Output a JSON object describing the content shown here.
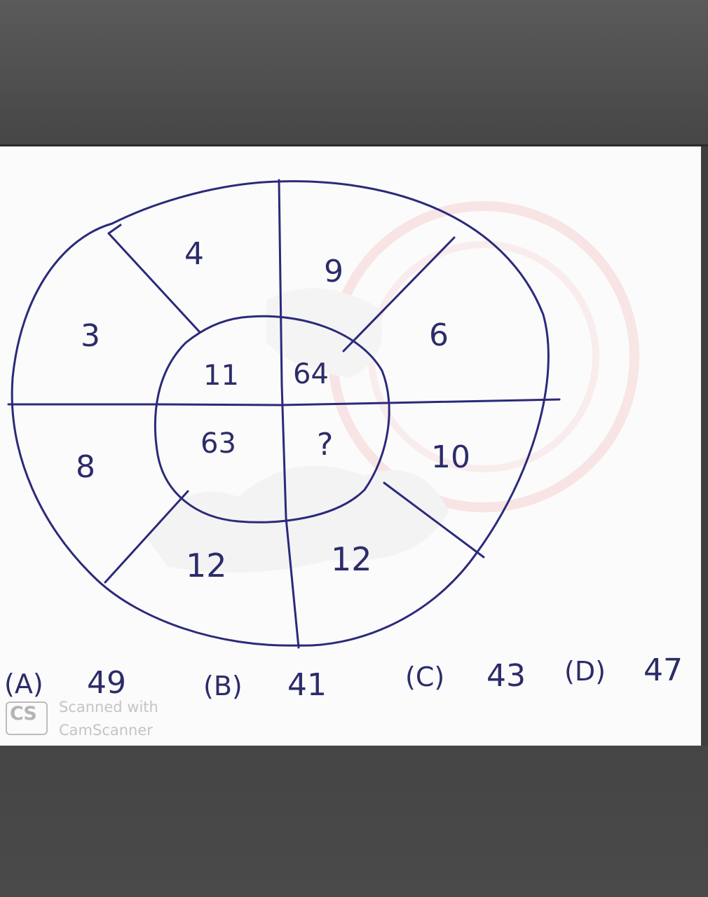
{
  "puzzle": {
    "outer_cells": {
      "top_left_upper": "4",
      "top_left_lower": "3",
      "top_right_upper": "9",
      "top_right_lower": "6",
      "bottom_left_upper": "8",
      "bottom_left_lower": "12",
      "bottom_right_upper": "10",
      "bottom_right_lower": "12"
    },
    "inner_cells": {
      "top_left": "11",
      "top_right": "64",
      "bottom_left": "63",
      "bottom_right": "?"
    }
  },
  "options": [
    {
      "label": "(A)",
      "value": "49"
    },
    {
      "label": "(B)",
      "value": "41"
    },
    {
      "label": "(C)",
      "value": "43"
    },
    {
      "label": "(D)",
      "value": "47"
    }
  ],
  "watermark": {
    "logo_text": "CS",
    "line1": "Scanned with",
    "line2": "CamScanner"
  },
  "colors": {
    "ink": "#2b2a7a",
    "paper": "#fbfbfb",
    "background": "#464646",
    "faint_stamp": "#f4c9c9"
  }
}
